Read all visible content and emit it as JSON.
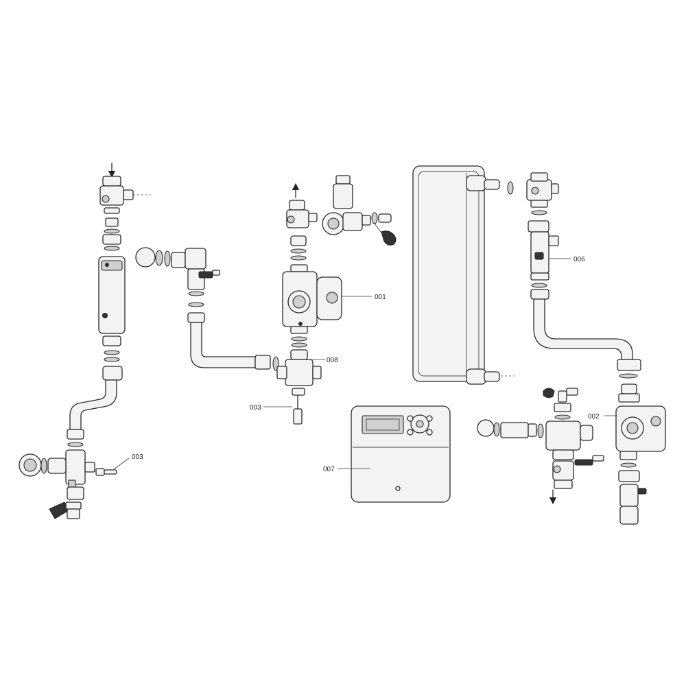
{
  "callouts": {
    "c001": "001",
    "c002": "002",
    "c003a": "003",
    "c003b": "003",
    "c006": "006",
    "c007": "007",
    "c008": "008"
  }
}
